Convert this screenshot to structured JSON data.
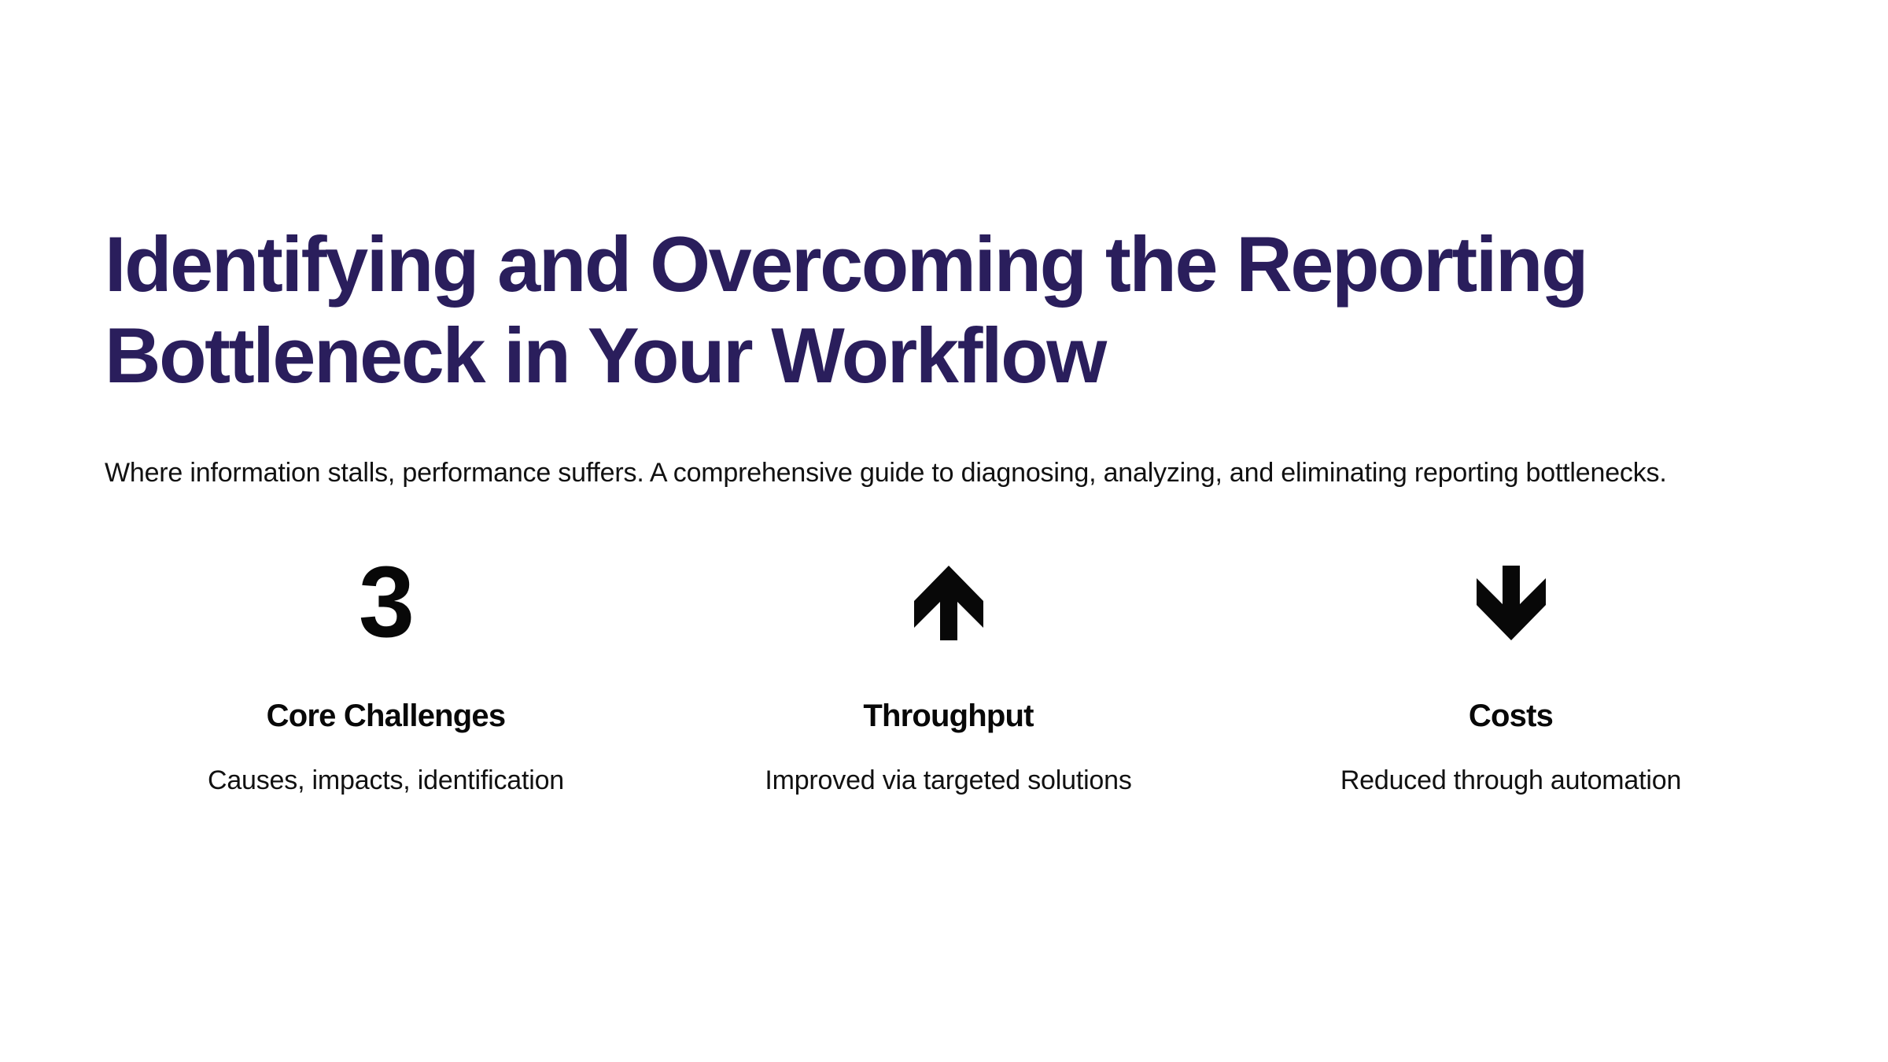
{
  "hero": {
    "title_line_1": "Identifying and Overcoming the Reporting",
    "title_line_2": "Bottleneck in Your Workflow",
    "title_color": "#2A1E5C",
    "subtitle": "Where information stalls, performance suffers. A comprehensive guide to diagnosing, analyzing, and eliminating reporting bottlenecks.",
    "subtitle_color": "#111111",
    "background_color": "#FFFFFF"
  },
  "stats": [
    {
      "visual_type": "number",
      "value": "3",
      "icon": "",
      "label": "Core Challenges",
      "description": "Causes, impacts, identification",
      "color": "#080808"
    },
    {
      "visual_type": "icon",
      "value": "",
      "icon": "arrow-up-icon",
      "label": "Throughput",
      "description": "Improved via targeted solutions",
      "color": "#080808"
    },
    {
      "visual_type": "icon",
      "value": "",
      "icon": "arrow-down-icon",
      "label": "Costs",
      "description": "Reduced through automation",
      "color": "#080808"
    }
  ]
}
